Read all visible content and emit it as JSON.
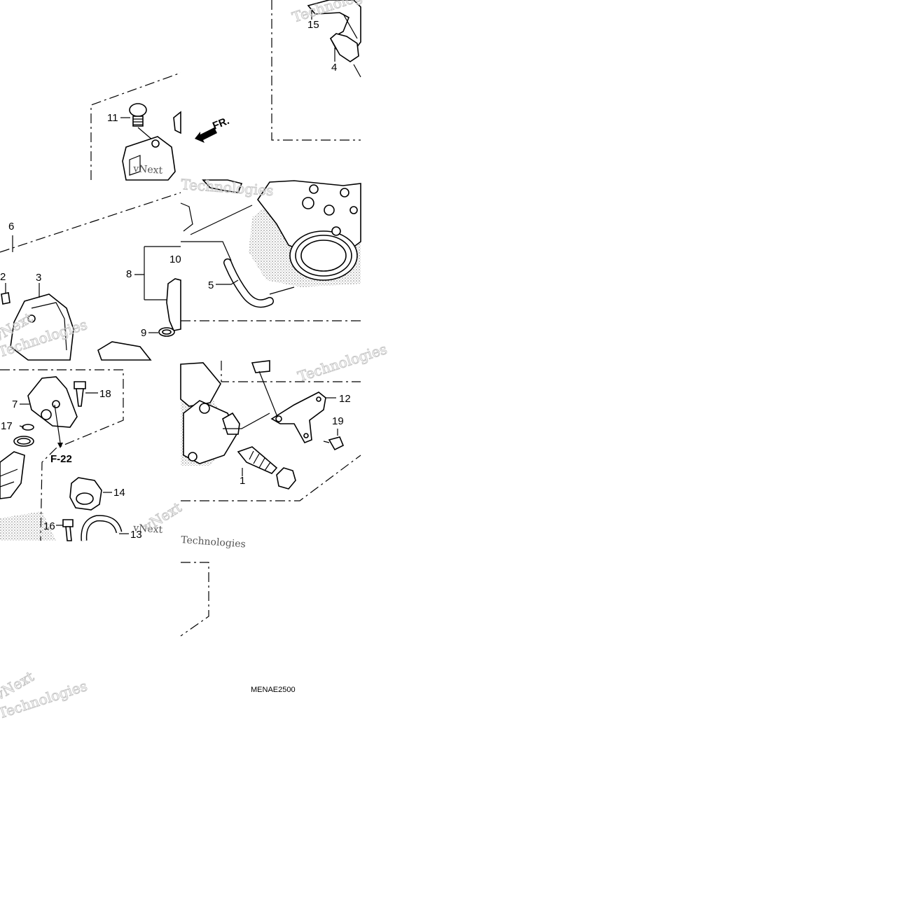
{
  "diagram": {
    "code": "MENAE2500",
    "ref_label": "F-22",
    "direction_label": "FR.",
    "watermark": {
      "brand": "vNext",
      "word": "Technologies"
    },
    "callouts": {
      "c1": "1",
      "c2": "2",
      "c3": "3",
      "c4": "4",
      "c5": "5",
      "c6": "6",
      "c7": "7",
      "c8": "8",
      "c9": "9",
      "c10": "10",
      "c11": "11",
      "c12": "12",
      "c13": "13",
      "c14": "14",
      "c15": "15",
      "c16": "16",
      "c17": "17",
      "c18": "18",
      "c19": "19"
    }
  }
}
